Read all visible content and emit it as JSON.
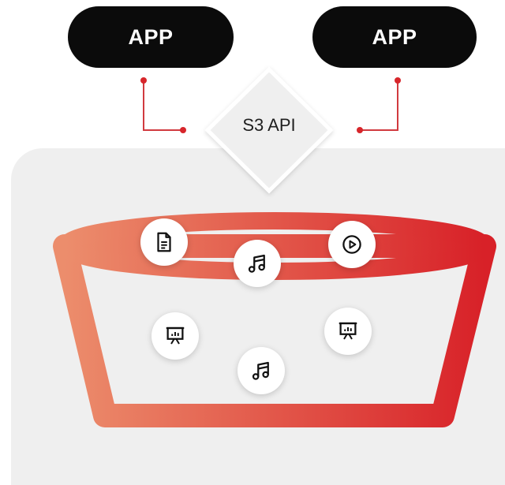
{
  "apps": [
    {
      "label": "APP"
    },
    {
      "label": "APP"
    }
  ],
  "api": {
    "label": "S3 API"
  },
  "bucket_icons": [
    {
      "icon": "document-icon"
    },
    {
      "icon": "music-note-icon"
    },
    {
      "icon": "play-icon"
    },
    {
      "icon": "presentation-chart-icon"
    },
    {
      "icon": "presentation-chart-icon"
    },
    {
      "icon": "music-note-icon"
    }
  ],
  "colors": {
    "accent": "#d7262b",
    "connector": "#d13a3f",
    "gradient_start": "#ec8d6c",
    "gradient_end": "#d82128",
    "pill": "#0b0b0b",
    "panel": "#efefef"
  }
}
